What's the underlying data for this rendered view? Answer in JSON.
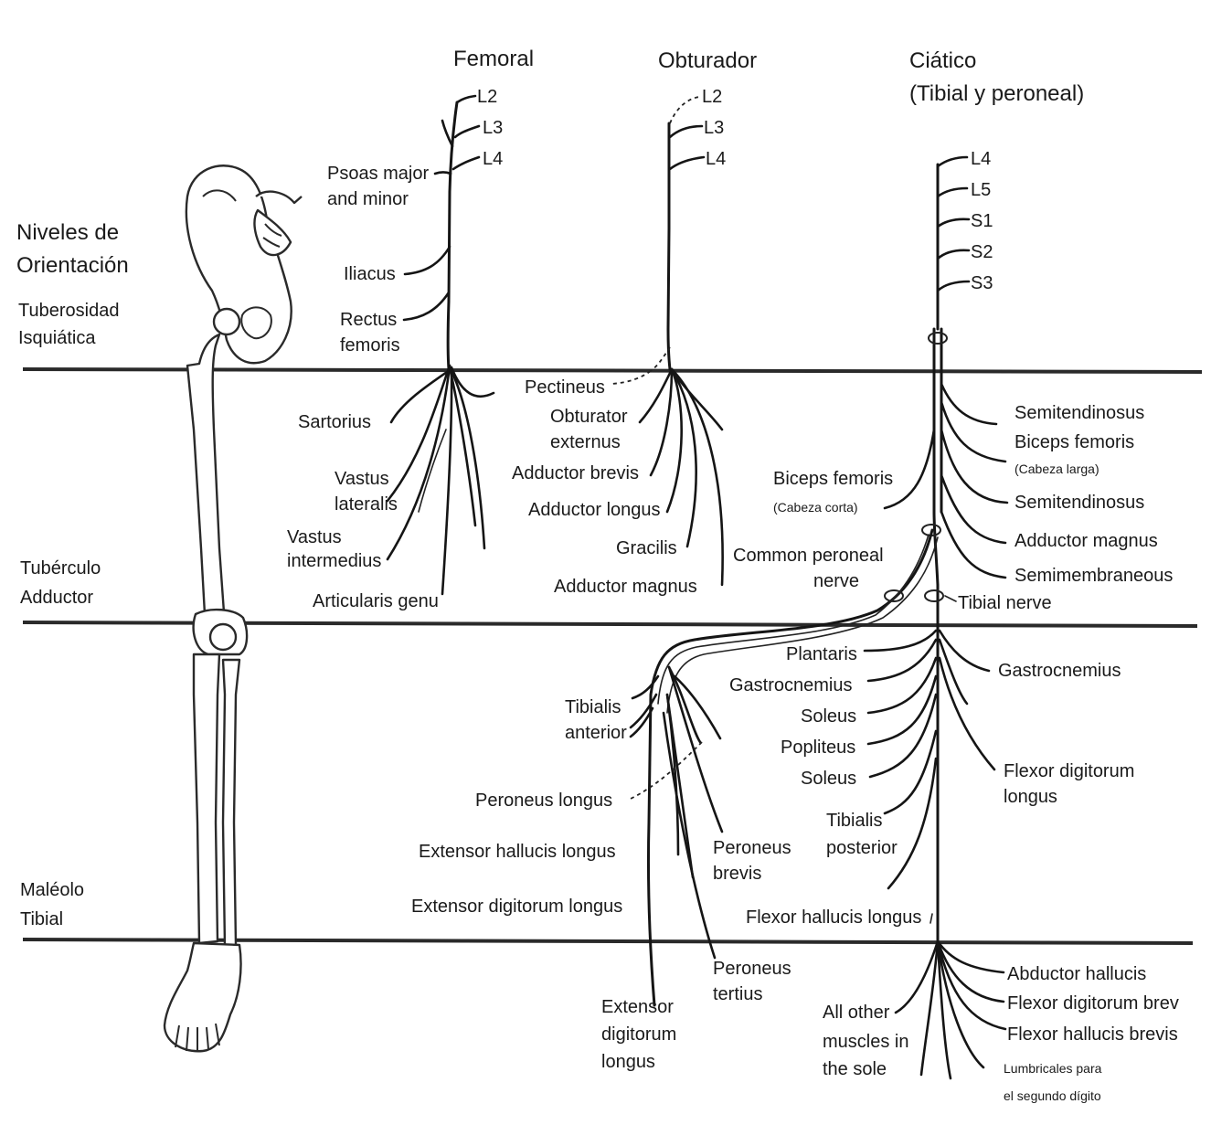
{
  "headers": {
    "femoral": "Femoral",
    "obturador": "Obturador",
    "ciatico_1": "Ciático",
    "ciatico_2": "(Tibial y peroneal)"
  },
  "levels": {
    "title_1": "Niveles de",
    "title_2": "Orientación",
    "tuberosidad_1": "Tuberosidad",
    "tuberosidad_2": "Isquiática",
    "tuberculo_1": "Tubérculo",
    "tuberculo_2": "Adductor",
    "maleolo_1": "Maléolo",
    "maleolo_2": "Tibial"
  },
  "femoral": {
    "roots": [
      "L2",
      "L3",
      "L4"
    ],
    "psoas_1": "Psoas major",
    "psoas_2": "and minor",
    "iliacus": "Iliacus",
    "rectus_1": "Rectus",
    "rectus_2": "femoris",
    "sartorius": "Sartorius",
    "vlat_1": "Vastus",
    "vlat_2": "lateralis",
    "vint_1": "Vastus",
    "vint_2": "intermedius",
    "articularis": "Articularis genu"
  },
  "obturador": {
    "roots": [
      "L2",
      "L3",
      "L4"
    ],
    "pectineus": "Pectineus",
    "obext_1": "Obturator",
    "obext_2": "externus",
    "add_brevis": "Adductor brevis",
    "add_longus": "Adductor longus",
    "gracilis": "Gracilis",
    "add_magnus": "Adductor magnus"
  },
  "ciatico": {
    "roots": [
      "L4",
      "L5",
      "S1",
      "S2",
      "S3"
    ],
    "semitend_1": "Semitendinosus",
    "biceps_long_1": "Biceps femoris",
    "biceps_long_2": "(Cabeza larga)",
    "semitend_2": "Semitendinosus",
    "add_magnus": "Adductor magnus",
    "semimembr": "Semimembraneous",
    "biceps_short_1": "Biceps femoris",
    "biceps_short_2": "(Cabeza corta)",
    "common_peroneal_1": "Common peroneal",
    "common_peroneal_2": "nerve",
    "tibial_nerve": "Tibial nerve"
  },
  "tibial": {
    "plantaris": "Plantaris",
    "gastro_left": "Gastrocnemius",
    "soleus_1": "Soleus",
    "popliteus": "Popliteus",
    "soleus_2": "Soleus",
    "tib_post_1": "Tibialis",
    "tib_post_2": "posterior",
    "fhl": "Flexor hallucis longus",
    "gastro_right": "Gastrocnemius",
    "fdl_1": "Flexor digitorum",
    "fdl_2": "longus"
  },
  "peroneal": {
    "tib_ant_1": "Tibialis",
    "tib_ant_2": "anterior",
    "per_longus": "Peroneus longus",
    "ehl": "Extensor hallucis longus",
    "edl": "Extensor digitorum longus",
    "per_brevis_1": "Peroneus",
    "per_brevis_2": "brevis",
    "per_tertius_1": "Peroneus",
    "per_tertius_2": "tertius",
    "edl_foot_1": "Extensor",
    "edl_foot_2": "digitorum",
    "edl_foot_3": "longus"
  },
  "foot": {
    "other_1": "All other",
    "other_2": "muscles in",
    "other_3": "the sole",
    "abd_hallucis": "Abductor hallucis",
    "fdb": "Flexor digitorum brev",
    "fhb": "Flexor hallucis brevis",
    "lumb_1": "Lumbricales para",
    "lumb_2": "el segundo dígito"
  }
}
